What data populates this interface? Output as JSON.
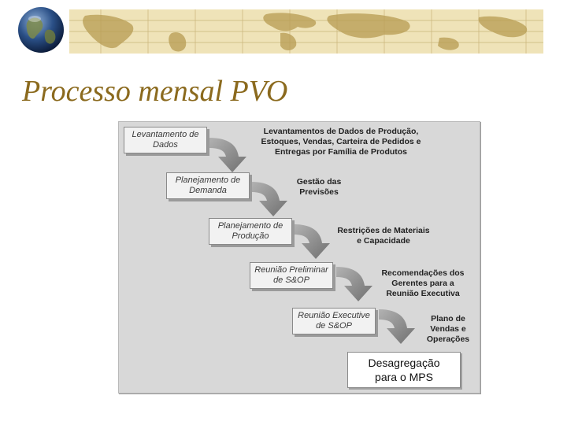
{
  "title": "Processo mensal PVO",
  "colors": {
    "title": "#8b6a1e",
    "banner": "#efe3b8",
    "panel": "#d8d8d8",
    "arrow": "#8f8f8f"
  },
  "icons": {
    "globe": "globe-icon",
    "banner": "world-map-banner"
  },
  "diagram": {
    "stages": [
      {
        "lines": [
          "Levantamento de",
          "Dados"
        ]
      },
      {
        "lines": [
          "Planejamento de",
          "Demanda"
        ]
      },
      {
        "lines": [
          "Planejamento de",
          "Produção"
        ]
      },
      {
        "lines": [
          "Reunião Preliminar",
          "de S&OP"
        ]
      },
      {
        "lines": [
          "Reunião Executive",
          "de S&OP"
        ]
      }
    ],
    "notes": [
      {
        "lines": [
          "Levantamentos de Dados de Produção,",
          "Estoques, Vendas, Carteira de Pedidos e",
          "Entregas por Família de Produtos"
        ]
      },
      {
        "lines": [
          "Gestão das",
          "Previsões"
        ]
      },
      {
        "lines": [
          "Restrições de Materiais",
          "e Capacidade"
        ]
      },
      {
        "lines": [
          "Recomendações dos",
          "Gerentes para a",
          "Reunião Executiva"
        ]
      },
      {
        "lines": [
          "Plano de",
          "Vendas e",
          "Operações"
        ]
      }
    ],
    "final": {
      "lines": [
        "Desagregação",
        "para o MPS"
      ]
    }
  }
}
